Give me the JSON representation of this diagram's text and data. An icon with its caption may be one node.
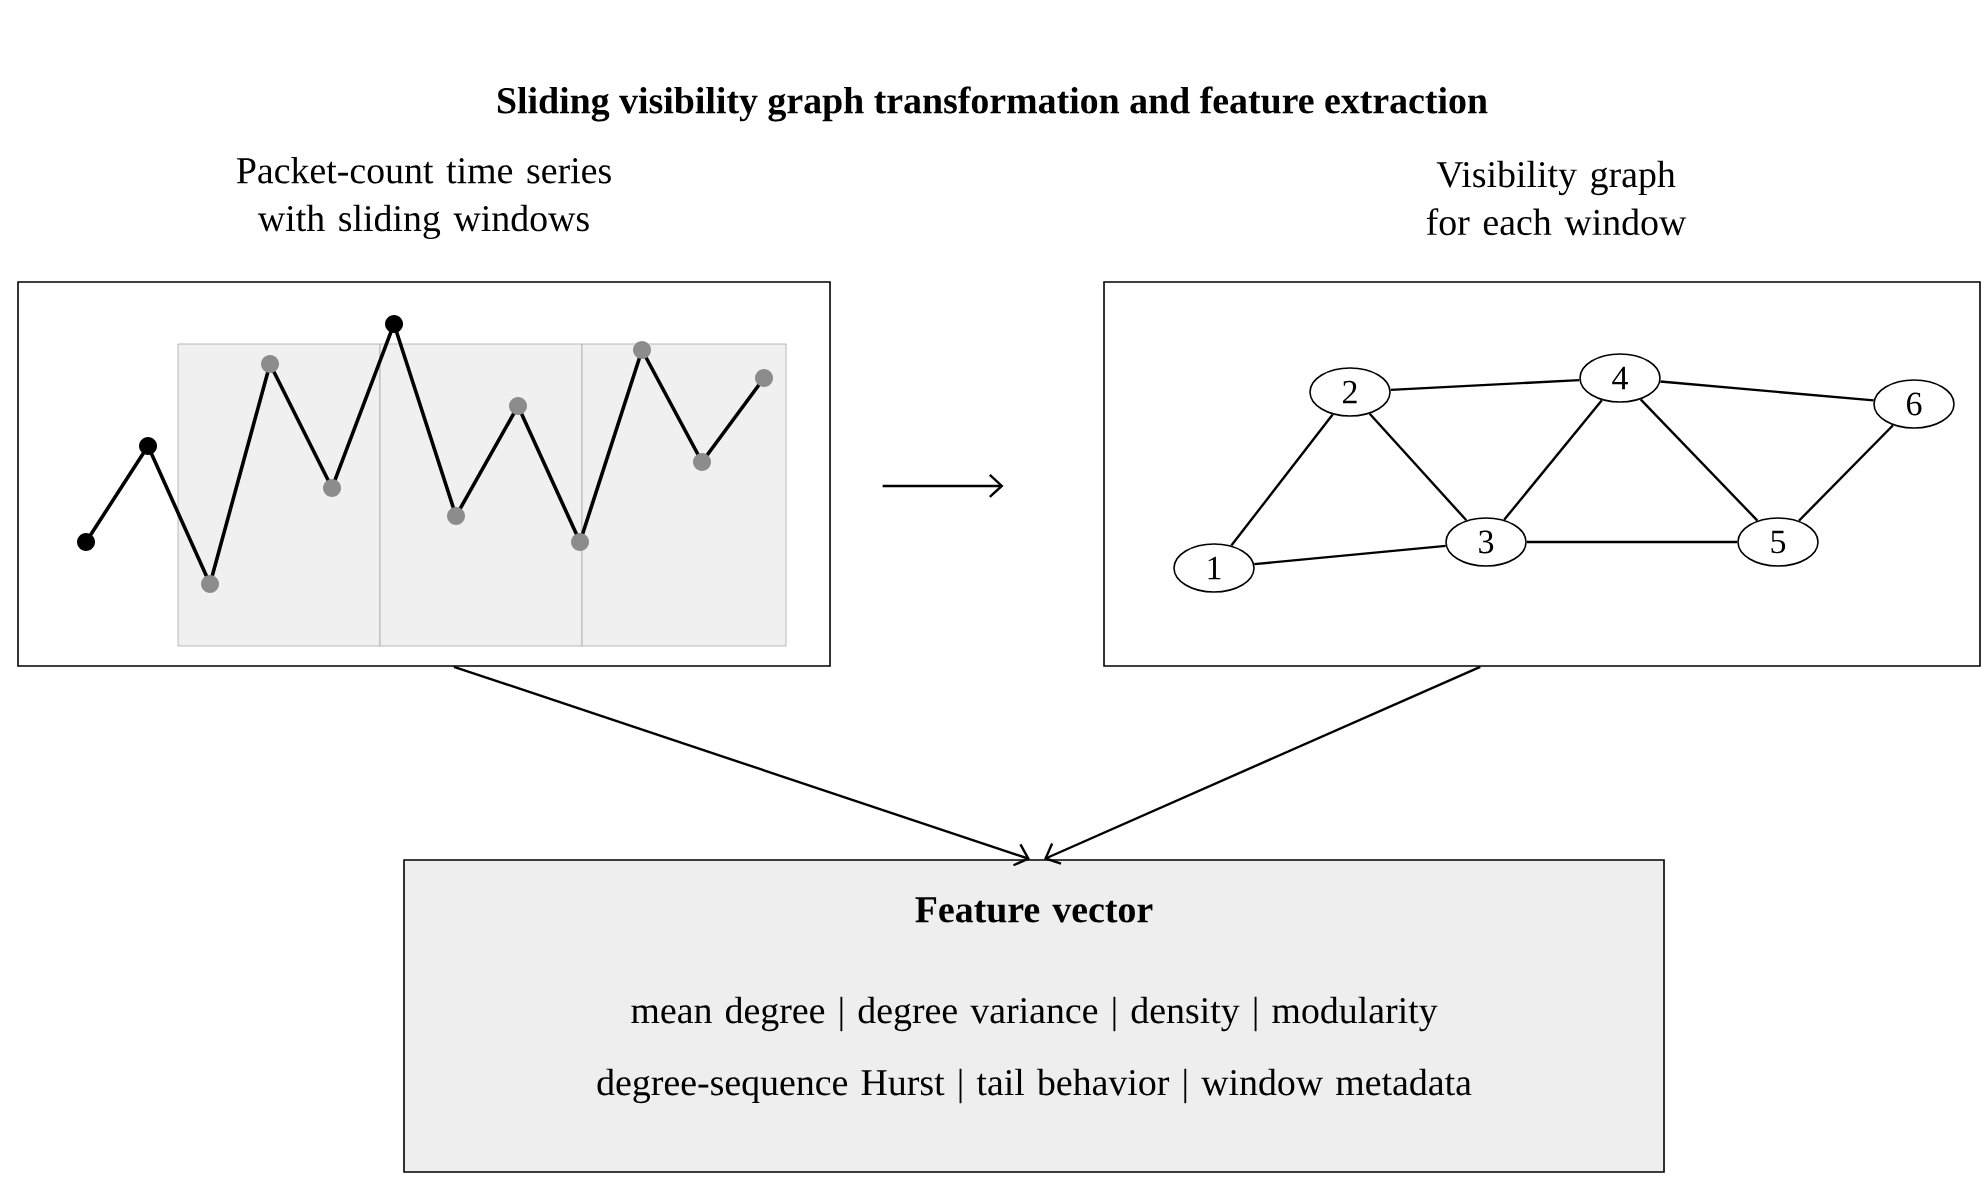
{
  "diagram": {
    "title": "Sliding visibility graph transformation and feature extraction",
    "nodes": [
      {
        "text": [
          "Packet-count time series with sliding windows"
        ]
      },
      {
        "text": [
          "Visibility graph for each window"
        ]
      },
      {
        "text": [
          "1"
        ],
        "in": 1
      },
      {
        "text": [
          "2"
        ],
        "in": 1
      },
      {
        "text": [
          "3"
        ],
        "in": 1
      },
      {
        "text": [
          "4"
        ],
        "in": 1
      },
      {
        "text": [
          "5"
        ],
        "in": 1
      },
      {
        "text": [
          "6"
        ],
        "in": 1
      },
      {
        "text": [
          "Feature vector",
          "mean degree | degree variance | density | modularity",
          "degree-sequence Hurst | tail behavior | window metadata"
        ]
      }
    ],
    "edges": [
      {
        "from": 0,
        "to": 1,
        "arrow": "to"
      },
      {
        "from": 0,
        "to": 8,
        "arrow": "to"
      },
      {
        "from": 1,
        "to": 8,
        "arrow": "to"
      },
      {
        "from": 2,
        "to": 3,
        "arrow": "none"
      },
      {
        "from": 2,
        "to": 4,
        "arrow": "none"
      },
      {
        "from": 3,
        "to": 4,
        "arrow": "none"
      },
      {
        "from": 3,
        "to": 5,
        "arrow": "none"
      },
      {
        "from": 4,
        "to": 5,
        "arrow": "none"
      },
      {
        "from": 4,
        "to": 6,
        "arrow": "none"
      },
      {
        "from": 5,
        "to": 6,
        "arrow": "none"
      },
      {
        "from": 5,
        "to": 7,
        "arrow": "none"
      },
      {
        "from": 6,
        "to": 7,
        "arrow": "none"
      }
    ]
  }
}
